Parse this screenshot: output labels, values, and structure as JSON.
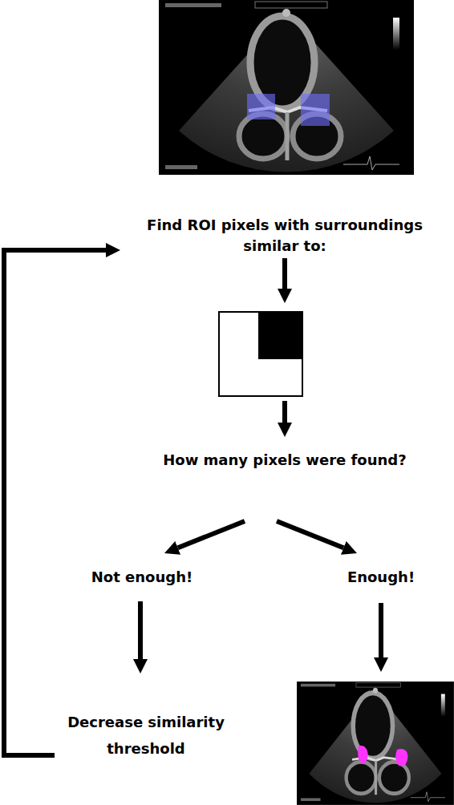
{
  "diagram": {
    "nodes": [
      {
        "text": [
          "Find ROI pixels with surroundings similar to:"
        ]
      },
      {
        "text": [
          "How many pixels were found?"
        ]
      },
      {
        "text": [
          "Not enough!"
        ]
      },
      {
        "text": [
          "Enough!"
        ]
      },
      {
        "text": [
          "Decrease similarity threshold"
        ]
      }
    ],
    "edges": [
      {
        "from": 1,
        "to": 2,
        "arrow": "to"
      },
      {
        "from": 1,
        "to": 3,
        "arrow": "to"
      },
      {
        "from": 2,
        "to": 4,
        "arrow": "to"
      },
      {
        "from": 4,
        "to": 0,
        "arrow": "to"
      }
    ]
  }
}
